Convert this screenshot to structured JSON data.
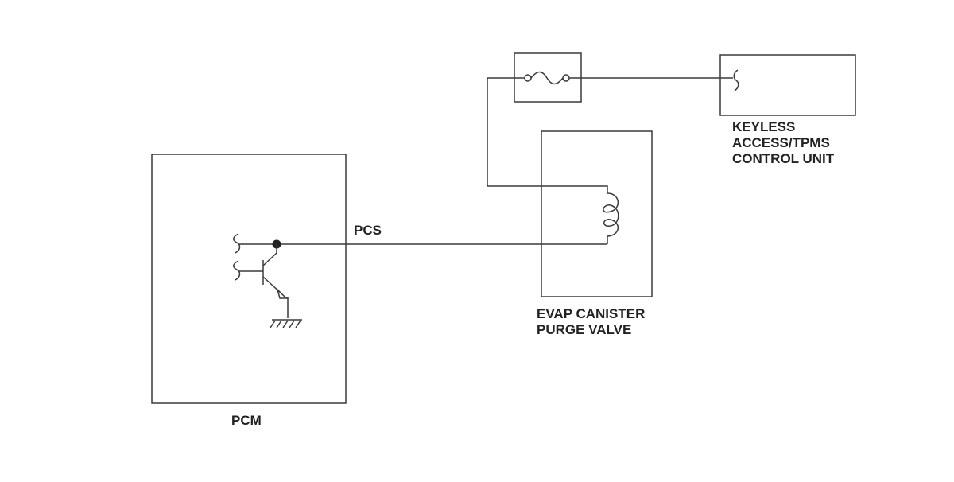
{
  "labels": {
    "keyless_line1": "KEYLESS",
    "keyless_line2": "ACCESS/TPMS",
    "keyless_line3": "CONTROL UNIT",
    "evap_line1": "EVAP CANISTER",
    "evap_line2": "PURGE VALVE",
    "pcs": "PCS",
    "pcm": "PCM"
  },
  "icons": [
    "fuse-icon",
    "solenoid-coil-icon",
    "transistor-icon",
    "ground-icon",
    "connector-icon",
    "junction-dot-icon"
  ],
  "colors": {
    "line": "#3a3a3a",
    "text": "#222222",
    "background": "#ffffff"
  }
}
